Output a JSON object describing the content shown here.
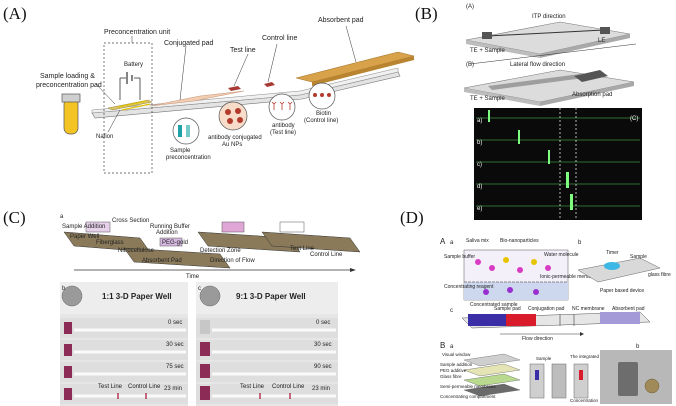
{
  "panels": {
    "A": {
      "label": "(A)"
    },
    "B": {
      "label": "(B)"
    },
    "C": {
      "label": "(C)"
    },
    "D": {
      "label": "(D)"
    }
  },
  "panelA": {
    "preconcentration_unit": "Preconcentration unit",
    "absorbent_pad": "Absorbent pad",
    "conjugated_pad": "Conjugated pad",
    "test_line": "Test line",
    "control_line": "Control line",
    "battery": "Battery",
    "sample_loading_1": "Sample loading &",
    "sample_loading_2": "preconcentration  pad",
    "nafion": "Nafion",
    "sample_precon_1": "Sample",
    "sample_precon_2": "preconcentration",
    "ab_au_1": "antibody conjugated",
    "ab_au_2": "Au NPs",
    "antibody_1": "antibody",
    "antibody_2": "(Test line)",
    "biotin_1": "Biotin",
    "biotin_2": "(Control line)"
  },
  "panelB": {
    "sub_a": "(A)",
    "sub_b": "(B)",
    "sub_c": "(C)",
    "itp_direction": "ITP direction",
    "te_sample_top": "TE + Sample",
    "le": "LE",
    "lateral_flow": "Lateral flow direction",
    "te_sample_bottom": "TE + Sample",
    "absorption_pad": "Absorption pad",
    "frames": [
      "a)",
      "b)",
      "c)",
      "d)",
      "e)"
    ]
  },
  "panelC": {
    "top_a": "a",
    "sample_addition": "Sample Addition",
    "cross_section": "Cross Section",
    "paper_well": "Paper Well",
    "fiberglass": "Fiberglass",
    "nitrocellulose": "Nitrocellulose",
    "absorbent_pad": "Absorbent Pad",
    "running_buffer_1": "Running Buffer",
    "running_buffer_2": "Addition",
    "peg_gold": "PEG-gold",
    "detection_zone": "Detection Zone",
    "direction_of_flow": "Direction of Flow",
    "test_line": "Test Line",
    "control_line": "Control Line",
    "time": "Time",
    "left_letter": "b",
    "right_letter": "c",
    "left_title": "1:1 3-D Paper Well",
    "right_title": "9:1 3-D Paper Well",
    "left_times": [
      "0 sec",
      "30 sec",
      "75 sec",
      "23 min"
    ],
    "right_times": [
      "0 sec",
      "30 sec",
      "90 sec",
      "23 min"
    ],
    "left_test_line": "Test Line",
    "left_control_line": "Control Line",
    "right_test_line": "Test Line",
    "right_control_line": "Control Line"
  },
  "panelD": {
    "a_big": "A",
    "a_small": "a",
    "b_small": "b",
    "c_small": "c",
    "saliva_mix": "Saliva mix",
    "bio_nanoparticles": "Bio-nanoparticles",
    "sample_buffer": "Sample buffer",
    "water_molecule": "Water molecule",
    "ionic_permeable": "Ionic-permeable membrane",
    "concentrating_reagent": "Concentrating reagent",
    "concentrated_sample": "Concentrated sample",
    "timer": "Timer",
    "sample": "Sample",
    "glass_fiber": "glass fibre",
    "paper_based_device": "Paper based device",
    "sample_pad": "Sample pad",
    "conjugation_pad": "Conjugation pad",
    "nc_membrane": "NC membrane",
    "absorbent_pad": "Absorbent pad",
    "flow_direction": "Flow direction",
    "b_big": "B",
    "ba": "a",
    "bb": "b",
    "visual_window": "Visual window",
    "sample_addition": "Sample addition",
    "peg_additive": "PEG additive",
    "glass_fibre": "Glass fibre",
    "semi_permeable": "Semi-permeable membrane",
    "concentrating_compartment": "Concentrating compartment",
    "the_integrated": "The integrated device",
    "concentration": "Concentration"
  }
}
